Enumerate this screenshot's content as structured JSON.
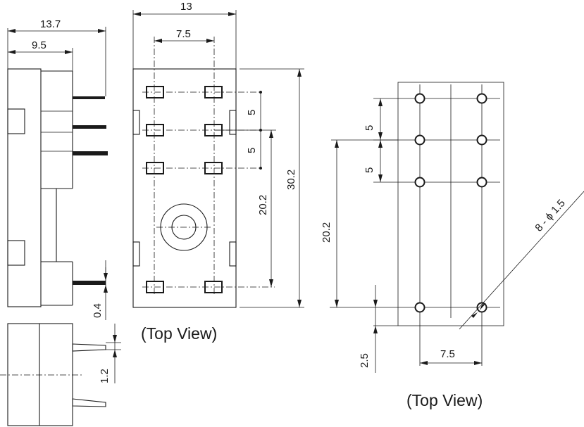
{
  "dimensions": {
    "side_total_width": "13.7",
    "side_body_width": "9.5",
    "top_width": "13",
    "pin_pitch_x_top": "7.5",
    "pitch_5_a": "5",
    "pitch_5_b": "5",
    "pitch_20_2_top": "20.2",
    "total_height": "30.2",
    "pin_thickness": "0.4",
    "pin_width": "1.2",
    "pcb_pitch_5_a": "5",
    "pcb_pitch_5_b": "5",
    "pcb_20_2": "20.2",
    "pcb_hole_spec": "8 - ϕ 1.5",
    "pcb_edge_offset": "2.5",
    "pcb_pitch_x": "7.5"
  },
  "captions": {
    "top_view_left": "(Top View)",
    "top_view_right": "(Top View)"
  }
}
